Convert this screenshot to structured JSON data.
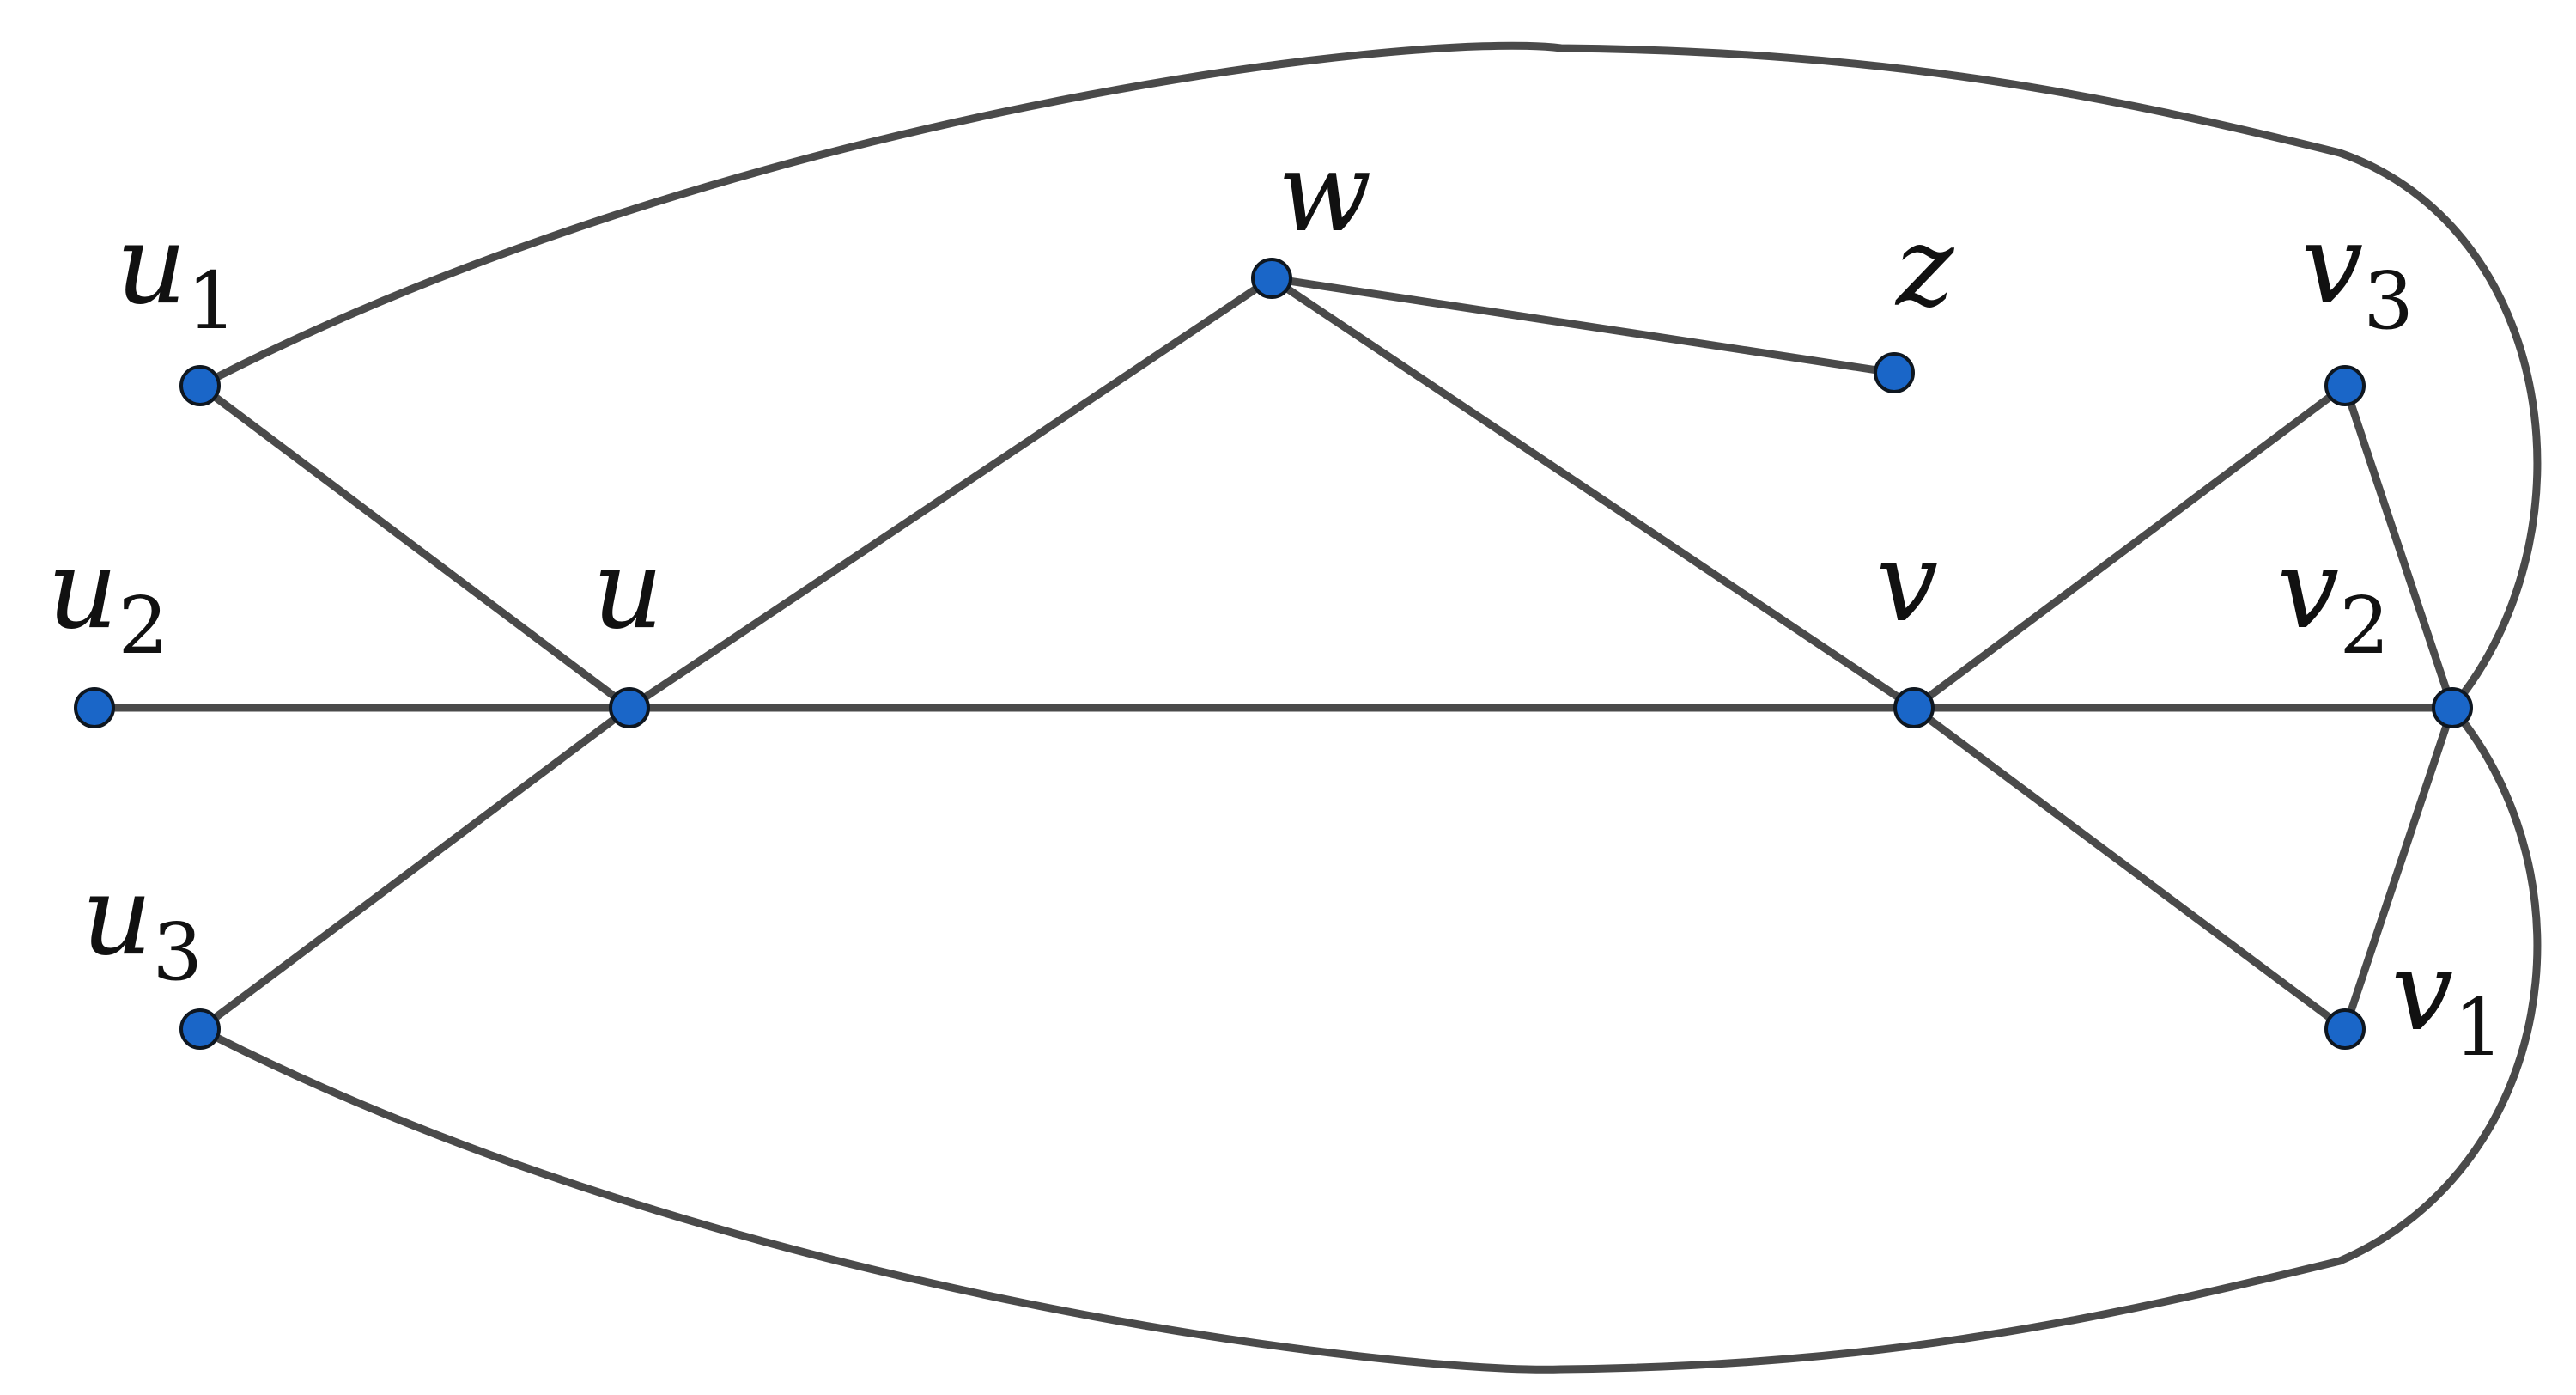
{
  "diagram": {
    "type": "graph",
    "accent_node_color": "#1a66c8",
    "edge_color": "#4a4a4a",
    "nodes": [
      {
        "id": "u1",
        "base": "u",
        "sub": "1"
      },
      {
        "id": "u2",
        "base": "u",
        "sub": "2"
      },
      {
        "id": "u3",
        "base": "u",
        "sub": "3"
      },
      {
        "id": "u",
        "base": "u",
        "sub": ""
      },
      {
        "id": "w",
        "base": "w",
        "sub": ""
      },
      {
        "id": "z",
        "base": "z",
        "sub": ""
      },
      {
        "id": "v",
        "base": "v",
        "sub": ""
      },
      {
        "id": "v3",
        "base": "v",
        "sub": "3"
      },
      {
        "id": "v2",
        "base": "v",
        "sub": "2"
      },
      {
        "id": "v1",
        "base": "v",
        "sub": "1"
      }
    ],
    "edges": [
      [
        "u1",
        "u"
      ],
      [
        "u2",
        "u"
      ],
      [
        "u3",
        "u"
      ],
      [
        "u",
        "w"
      ],
      [
        "u",
        "v"
      ],
      [
        "w",
        "z"
      ],
      [
        "w",
        "v"
      ],
      [
        "v",
        "v3"
      ],
      [
        "v",
        "v2"
      ],
      [
        "v",
        "v1"
      ],
      [
        "v3",
        "v2"
      ],
      [
        "v1",
        "v2"
      ],
      [
        "u1",
        "v2"
      ],
      [
        "u3",
        "v2"
      ]
    ]
  }
}
